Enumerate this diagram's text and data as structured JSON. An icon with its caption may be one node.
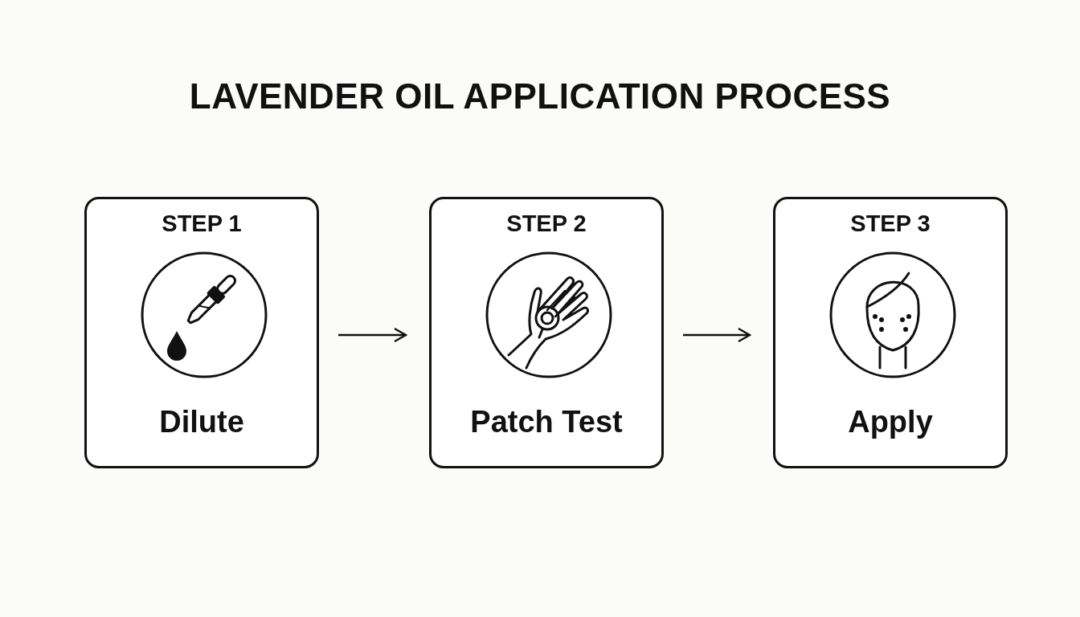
{
  "diagram": {
    "title": "LAVENDER OIL APPLICATION PROCESS",
    "nodes": [
      {
        "text": [
          "STEP 1",
          "Dilute"
        ]
      },
      {
        "text": [
          "STEP 2",
          "Patch Test"
        ]
      },
      {
        "text": [
          "STEP 3",
          "Apply"
        ]
      }
    ],
    "edges": [
      {
        "from": 0,
        "to": 1,
        "arrow": "to"
      },
      {
        "from": 1,
        "to": 2,
        "arrow": "to"
      }
    ]
  }
}
